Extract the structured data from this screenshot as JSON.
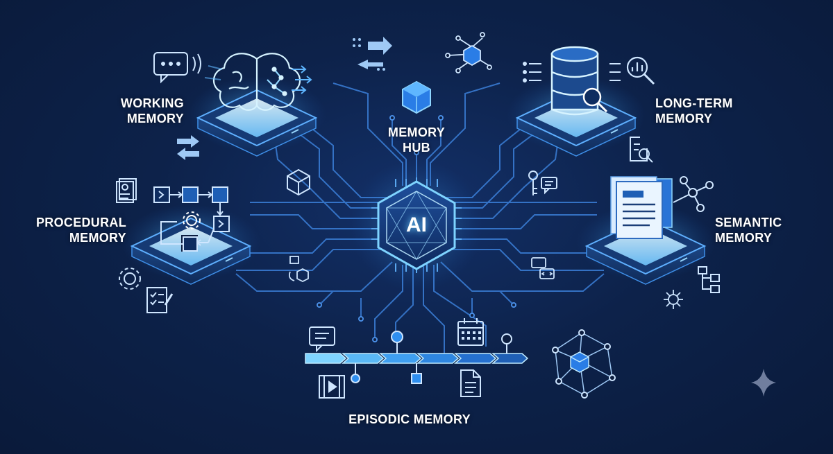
{
  "labels": {
    "working": [
      "WORKING",
      "MEMORY"
    ],
    "long_term": [
      "LONG-TERM",
      "MEMORY"
    ],
    "hub": [
      "MEMORY",
      "HUB"
    ],
    "procedural": [
      "PROCEDURAL",
      "MEMORY"
    ],
    "semantic": [
      "SEMANTIC",
      "MEMORY"
    ],
    "episodic": "EPISODIC MEMORY",
    "ai": "AI"
  },
  "colors": {
    "background": "#0c1d3f",
    "circuit": "#3b7fd8",
    "glow": "#7fd4ff",
    "platform": "#1b3e78",
    "accent": "#2f8ff0"
  },
  "icons": [
    "chat-icon",
    "brain-icon",
    "database-icon",
    "search-chart-icon",
    "transfer-arrows-icon",
    "network-cube-icon",
    "cube-icon",
    "gear-icon",
    "checklist-icon",
    "document-icon",
    "key-icon",
    "timeline-icon",
    "calendar-icon",
    "video-icon",
    "sparkle-icon"
  ]
}
